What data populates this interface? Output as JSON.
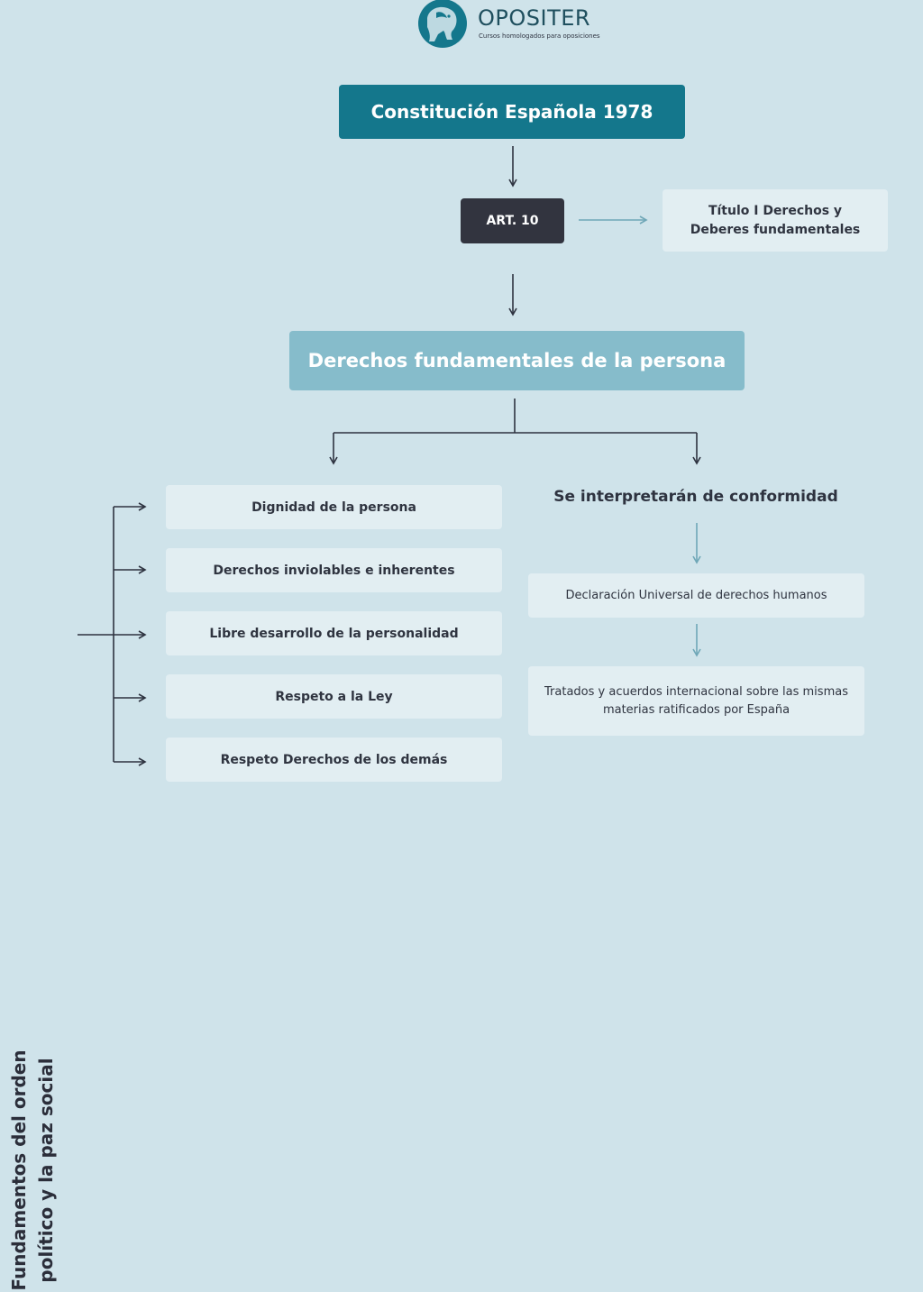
{
  "logo": {
    "name": "OPOSITER",
    "tagline": "Cursos homologados para oposiciones"
  },
  "nodes": {
    "constitucion": "Constitución Española 1978",
    "art10": "ART. 10",
    "titulo1": "Título I Derechos y Deberes fundamentales",
    "derechos": "Derechos fundamentales de la persona",
    "fundamentos_label": "Fundamentos del orden político y la paz social",
    "interpretaran": "Se interpretarán de conformidad",
    "declaracion": "Declaración Universal de derechos humanos",
    "tratados": "Tratados y acuerdos internacional sobre las mismas materias ratificados por España"
  },
  "fundamentos": [
    "Dignidad de la persona",
    "Derechos inviolables e inherentes",
    "Libre desarrollo de la personalidad",
    "Respeto a la Ley",
    "Respeto Derechos de los demás"
  ],
  "colors": {
    "background": "#cfe3ea",
    "primary_teal": "#14778c",
    "light_teal": "#86bccb",
    "dark": "#32343f",
    "box_light": "#e2eef2",
    "arrow_dark": "#2e3340",
    "arrow_teal": "#6fa7b7"
  }
}
